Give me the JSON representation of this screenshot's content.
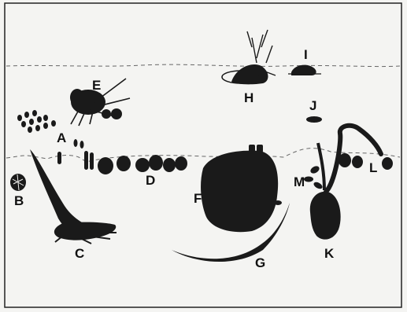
{
  "labels": {
    "a": "A",
    "b": "B",
    "c": "C",
    "d": "D",
    "e": "E",
    "f": "F",
    "g": "G",
    "h": "H",
    "i": "I",
    "j": "J",
    "k": "K",
    "l": "L",
    "m": "M"
  },
  "colors": {
    "ink": "#1a1a1a",
    "paper": "#f4f4f2",
    "frame": "#222222"
  }
}
